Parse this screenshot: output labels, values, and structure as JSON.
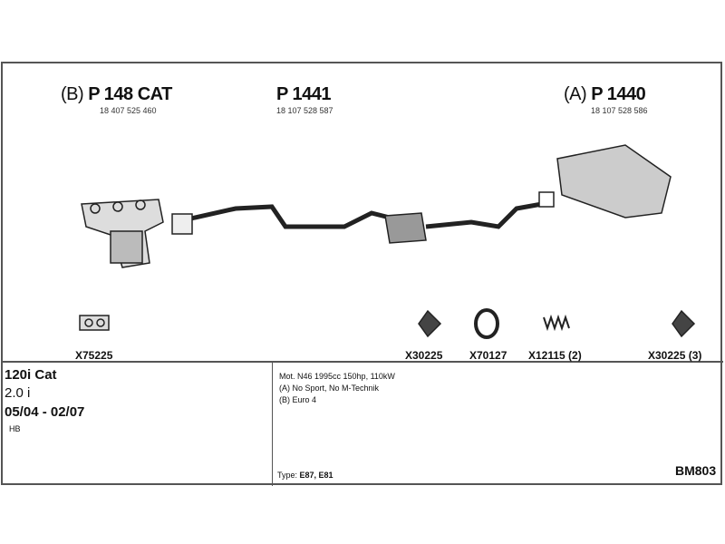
{
  "parts": [
    {
      "prefix": "(B)",
      "code": "P 148 CAT",
      "number": "18 407 525 460"
    },
    {
      "prefix": "",
      "code": "P 1441",
      "number": "18 107 528 587"
    },
    {
      "prefix": "(A)",
      "code": "P 1440",
      "number": "18 107 528 586"
    }
  ],
  "fittings": [
    "X75225",
    "X30225",
    "X70127",
    "X12115 (2)",
    "X30225 (3)"
  ],
  "vehicle": {
    "model": "120i Cat",
    "engine": "2.0 i",
    "years": "05/04 - 02/07",
    "body": "HB"
  },
  "notes": [
    "Mot. N46 1995cc 150hp, 110kW",
    "(A) No Sport, No M-Technik",
    "(B) Euro 4"
  ],
  "type_label": "Type:",
  "type_value": "E87, E81",
  "code": "BM803"
}
